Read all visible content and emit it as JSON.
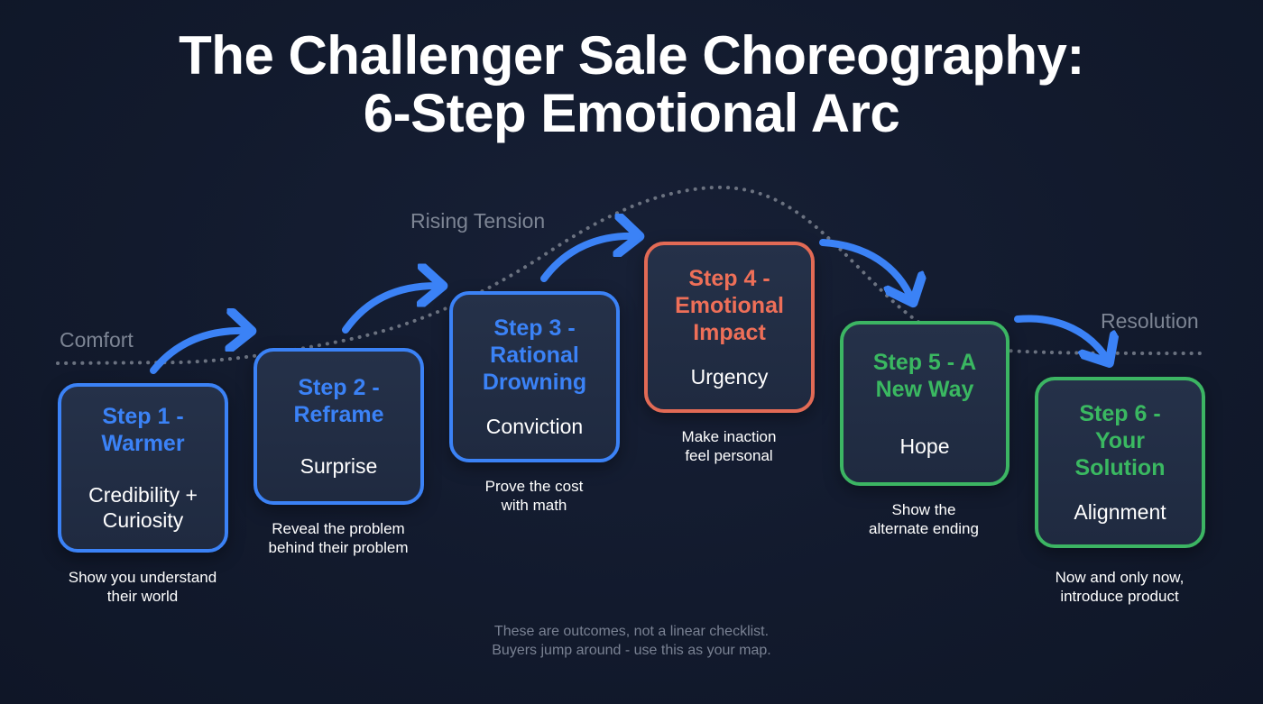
{
  "title": {
    "line1": "The Challenger Sale Choreography:",
    "line2": "6-Step Emotional Arc"
  },
  "zones": {
    "comfort": "Comfort",
    "rising_tension": "Rising Tension",
    "resolution": "Resolution"
  },
  "colors": {
    "background": "#131b2e",
    "blue": "#3b82f6",
    "red": "#e26a55",
    "green": "#3cb563",
    "arc_dots": "#6b7280",
    "arrow": "#3b82f6"
  },
  "steps": [
    {
      "title": "Step 1 - Warmer",
      "title_lines": [
        "Step 1 -",
        "Warmer"
      ],
      "emotion_lines": [
        "Credibility +",
        "Curiosity"
      ],
      "caption_lines": [
        "Show you understand",
        "their world"
      ],
      "color": "blue"
    },
    {
      "title": "Step 2 - Reframe",
      "title_lines": [
        "Step 2 -",
        "Reframe"
      ],
      "emotion_lines": [
        "Surprise"
      ],
      "caption_lines": [
        "Reveal the problem",
        "behind their problem"
      ],
      "color": "blue"
    },
    {
      "title": "Step 3 - Rational Drowning",
      "title_lines": [
        "Step 3 -",
        "Rational",
        "Drowning"
      ],
      "emotion_lines": [
        "Conviction"
      ],
      "caption_lines": [
        "Prove the cost",
        "with math"
      ],
      "color": "blue"
    },
    {
      "title": "Step 4 - Emotional Impact",
      "title_lines": [
        "Step 4 -",
        "Emotional",
        "Impact"
      ],
      "emotion_lines": [
        "Urgency"
      ],
      "caption_lines": [
        "Make inaction",
        "feel personal"
      ],
      "color": "red"
    },
    {
      "title": "Step 5 - A New Way",
      "title_lines": [
        "Step 5 - A",
        "New Way"
      ],
      "emotion_lines": [
        "Hope"
      ],
      "caption_lines": [
        "Show the",
        "alternate ending"
      ],
      "color": "green"
    },
    {
      "title": "Step 6 - Your Solution",
      "title_lines": [
        "Step 6 -",
        "Your",
        "Solution"
      ],
      "emotion_lines": [
        "Alignment"
      ],
      "caption_lines": [
        "Now and only now,",
        "introduce product"
      ],
      "color": "green"
    }
  ],
  "footer": {
    "line1": "These are outcomes, not a linear checklist.",
    "line2": "Buyers jump around - use this as your map."
  }
}
